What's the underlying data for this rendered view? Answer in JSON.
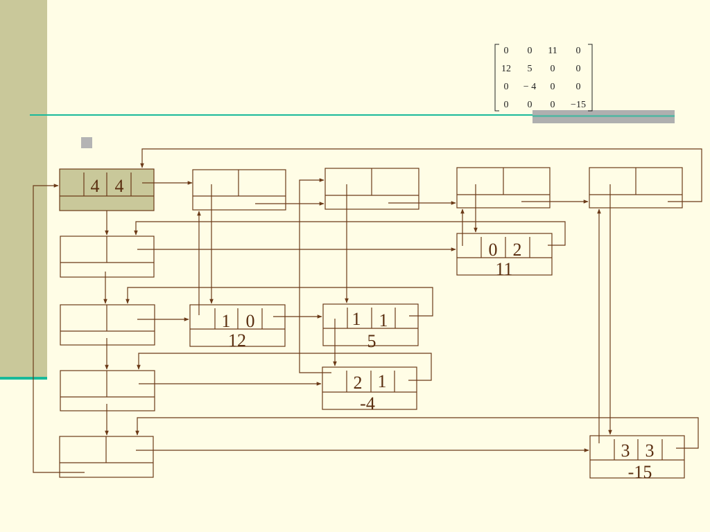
{
  "matrix": {
    "rows": [
      [
        "0",
        "0",
        "11",
        "0"
      ],
      [
        "12",
        "5",
        "0",
        "0"
      ],
      [
        "0",
        "− 4",
        "0",
        "0"
      ],
      [
        "0",
        "0",
        "0",
        "−15"
      ]
    ]
  },
  "head_node": {
    "row": "4",
    "col": "4"
  },
  "entries": [
    {
      "id": "e02",
      "row": "0",
      "col": "2",
      "value": "11"
    },
    {
      "id": "e10",
      "row": "1",
      "col": "0",
      "value": "12"
    },
    {
      "id": "e11",
      "row": "1",
      "col": "1",
      "value": "5"
    },
    {
      "id": "e21",
      "row": "2",
      "col": "1",
      "value": "-4"
    },
    {
      "id": "e33",
      "row": "3",
      "col": "3",
      "value": "-15"
    }
  ],
  "colors": {
    "background": "#FFFDE6",
    "sidebar": "#C9C89A",
    "accent_rule": "#19B99A",
    "line": "#6B3A18",
    "text": "#5A2E10"
  }
}
